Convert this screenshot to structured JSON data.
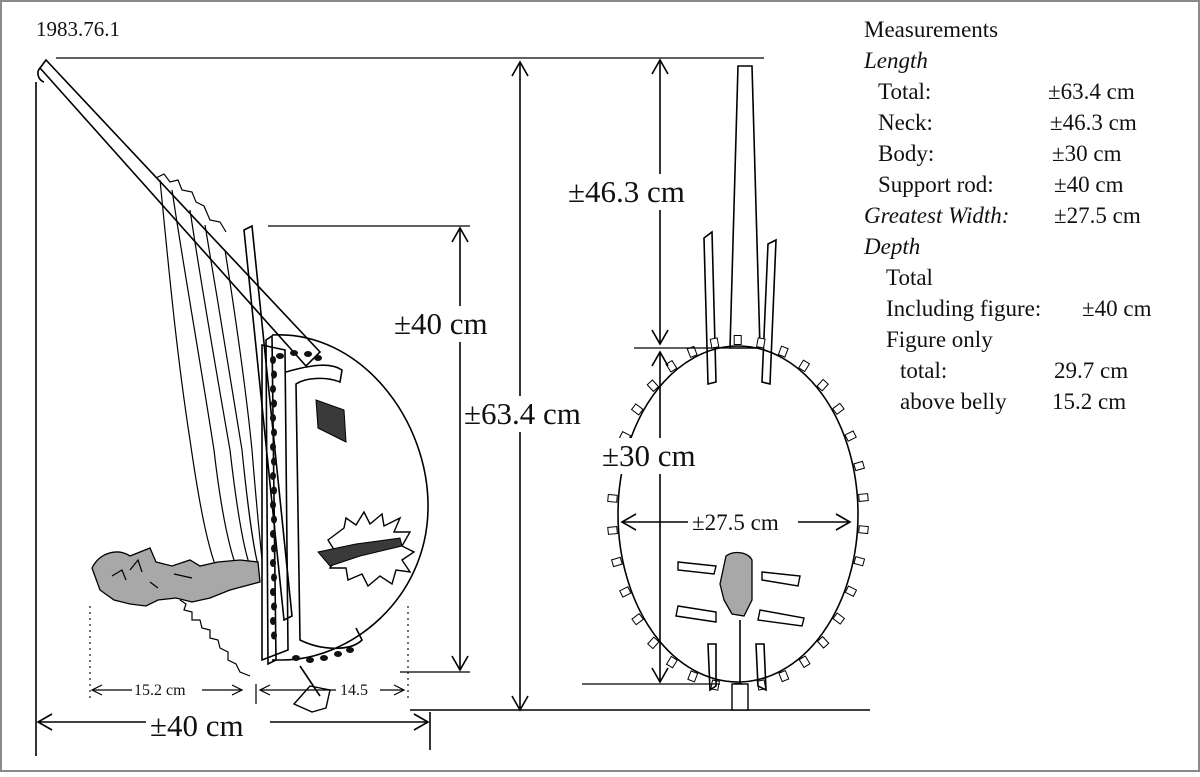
{
  "accession": "1983.76.1",
  "side_view": {
    "height_total": "±63.4 cm",
    "height_support_rod": "±40 cm",
    "width_total": "±40 cm",
    "figure_left": "15.2 cm",
    "figure_right": "14.5"
  },
  "front_view": {
    "neck": "±46.3 cm",
    "body": "±30 cm",
    "width": "±27.5 cm"
  },
  "measurements": {
    "heading": "Measurements",
    "length_label": "Length",
    "rows_length": [
      {
        "label": "Total:",
        "value": "±63.4 cm"
      },
      {
        "label": "Neck:",
        "value": "±46.3 cm"
      },
      {
        "label": "Body:",
        "value": "±30 cm"
      },
      {
        "label": "Support rod:",
        "value": "±40 cm"
      }
    ],
    "greatest_width_label": "Greatest Width:",
    "greatest_width_value": "±27.5 cm",
    "depth_label": "Depth",
    "depth_total_label": "Total",
    "including_figure_label": "Including figure:",
    "including_figure_value": "±40 cm",
    "figure_only_label": "Figure only",
    "figure_total_label": "total:",
    "figure_total_value": "29.7 cm",
    "above_belly_label": "above belly",
    "above_belly_value": "15.2 cm"
  }
}
